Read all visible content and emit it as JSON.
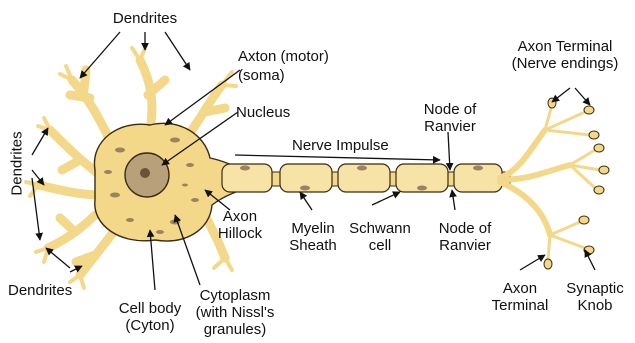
{
  "labels": {
    "dendrites_top": "Dendrites",
    "dendrites_left": "Dendrites",
    "dendrites_bottom": "Dendrites",
    "axton": "Axton (motor)",
    "soma": "(soma)",
    "nucleus": "Nucleus",
    "nerve_impulse": "Nerve Impulse",
    "node_ranvier_top_1": "Node of",
    "node_ranvier_top_2": "Ranvier",
    "axon_terminal_top_1": "Axon Terminal",
    "axon_terminal_top_2": "(Nerve endings)",
    "axon_hillock_1": "Axon",
    "axon_hillock_2": "Hillock",
    "myelin_1": "Myelin",
    "myelin_2": "Sheath",
    "schwann_1": "Schwann",
    "schwann_2": "cell",
    "node_ranvier_bottom_1": "Node of",
    "node_ranvier_bottom_2": "Ranvier",
    "cell_body_1": "Cell body",
    "cell_body_2": "(Cyton)",
    "cytoplasm_1": "Cytoplasm",
    "cytoplasm_2": "(with Nissl's",
    "cytoplasm_3": "granules)",
    "axon_terminal_bottom_1": "Axon",
    "axon_terminal_bottom_2": "Terminal",
    "synaptic_1": "Synaptic",
    "synaptic_2": "Knob"
  },
  "colors": {
    "neuron_fill": "#f4d88a",
    "neuron_stroke": "#3a2a10",
    "myelin_fill": "#f8e3a6",
    "nucleus_fill": "#b8a07a",
    "nucleolus_fill": "#6b5238",
    "granule_fill": "#9c8262"
  }
}
